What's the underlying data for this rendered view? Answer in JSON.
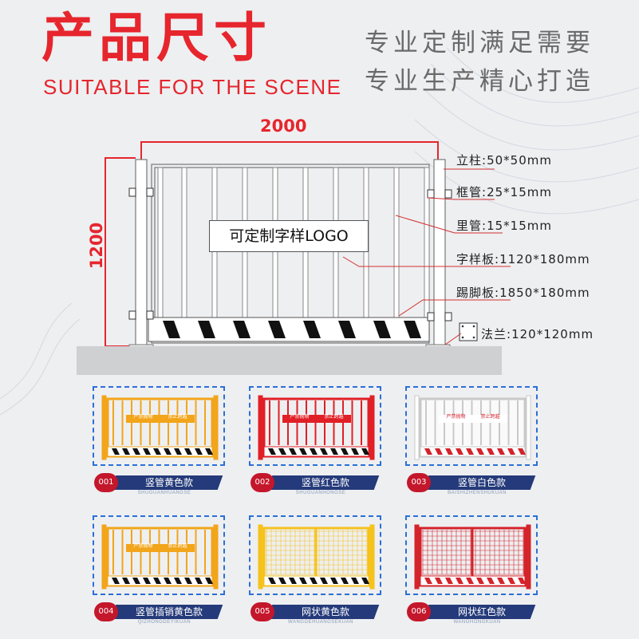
{
  "header": {
    "title": "产品尺寸",
    "subtitle_en": "SUITABLE FOR THE SCENE",
    "slogan_line1": "专业定制满足需要",
    "slogan_line2": "专业生产精心打造"
  },
  "dimensions": {
    "width_label": "2000",
    "height_label": "1200"
  },
  "logo_board_text": "可定制字样LOGO",
  "specs": [
    {
      "label": "立柱",
      "value": ":50*50mm"
    },
    {
      "label": "框管",
      "value": ":25*15mm"
    },
    {
      "label": "里管",
      "value": ":15*15mm"
    },
    {
      "label": "字样板",
      "value": ":1120*180mm"
    },
    {
      "label": "踢脚板",
      "value": ":1850*180mm"
    },
    {
      "label": "法兰",
      "value": ":120*120mm"
    }
  ],
  "variants": [
    {
      "num": "001",
      "label": "竖管黄色款",
      "pinyin": "SHUGUANHUANGSE",
      "color": "#f2a51a",
      "kick": "#111",
      "style": "vertical",
      "sign": true
    },
    {
      "num": "002",
      "label": "竖管红色款",
      "pinyin": "SHUGUANHONGSE",
      "color": "#e11f26",
      "kick": "#111",
      "style": "vertical",
      "sign": true
    },
    {
      "num": "003",
      "label": "竖管白色款",
      "pinyin": "BAISHIZHENSHUKUAN",
      "color": "#ffffff",
      "kick": "#d4232b",
      "style": "vertical",
      "sign": true
    },
    {
      "num": "004",
      "label": "竖管插销黄色款",
      "pinyin": "QIZHONGDEYIKUAN",
      "color": "#f2a51a",
      "kick": "#111",
      "style": "vertical",
      "sign": true
    },
    {
      "num": "005",
      "label": "网状黄色款",
      "pinyin": "WANGGEHUANGSEKUAN",
      "color": "#f6c21c",
      "kick": "#111",
      "style": "mesh",
      "sign": false
    },
    {
      "num": "006",
      "label": "网状红色款",
      "pinyin": "WANGHONGKUAN",
      "color": "#d4232b",
      "kick": "#d4232b",
      "style": "mesh",
      "sign": false
    }
  ],
  "variant_sign_text_left": "严禁抛物",
  "variant_sign_text_right": "禁止跨越"
}
